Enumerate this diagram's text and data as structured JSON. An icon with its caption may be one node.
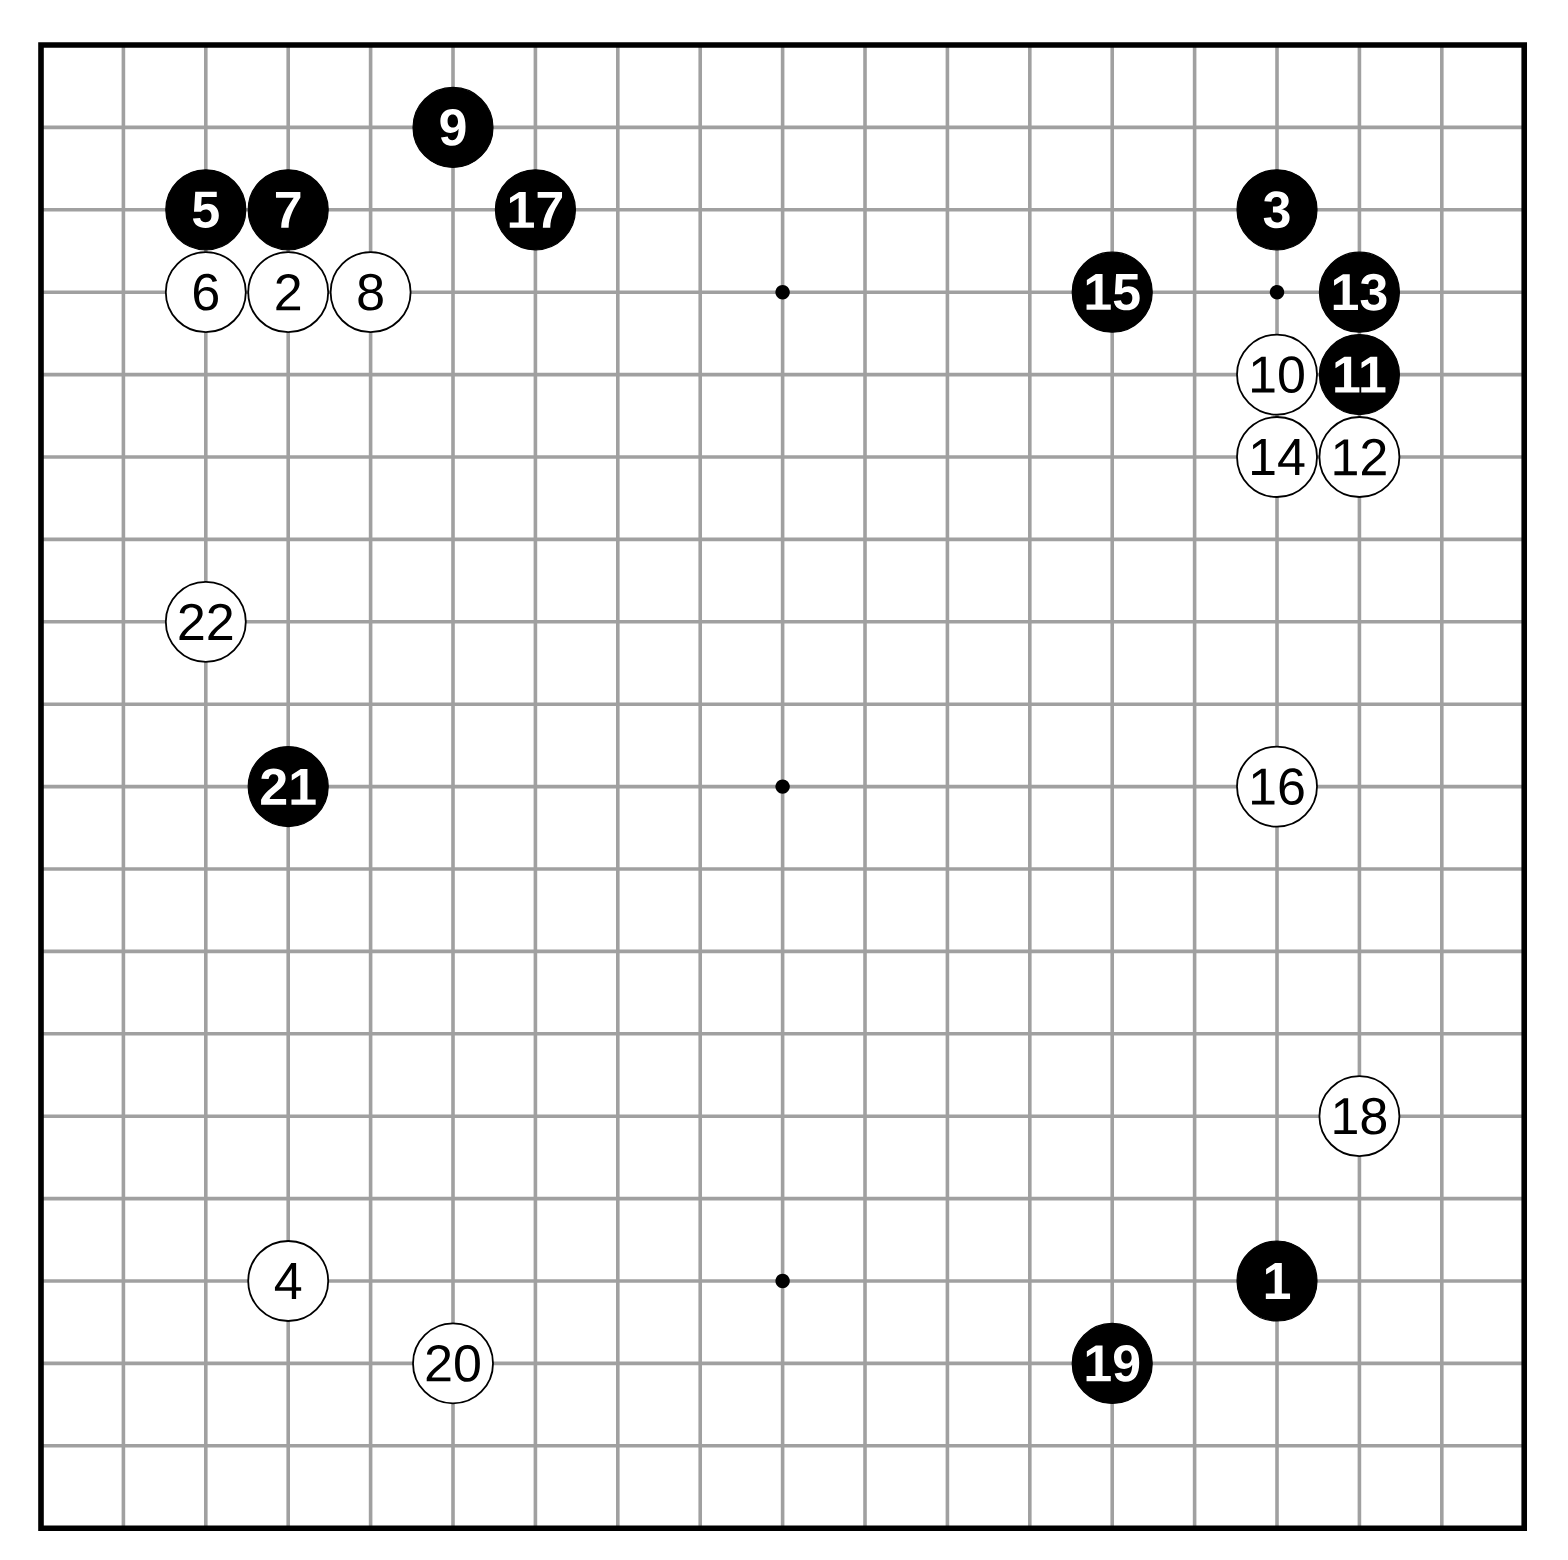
{
  "diagram": {
    "nodes": [
      {
        "text": [
          "9"
        ]
      },
      {
        "text": [
          "5"
        ]
      },
      {
        "text": [
          "7"
        ]
      },
      {
        "text": [
          "17"
        ]
      },
      {
        "text": [
          "3"
        ]
      },
      {
        "text": [
          "6"
        ]
      },
      {
        "text": [
          "2"
        ]
      },
      {
        "text": [
          "8"
        ]
      },
      {
        "text": [
          "15"
        ]
      },
      {
        "text": [
          "13"
        ]
      },
      {
        "text": [
          "10"
        ]
      },
      {
        "text": [
          "11"
        ]
      },
      {
        "text": [
          "14"
        ]
      },
      {
        "text": [
          "12"
        ]
      },
      {
        "text": [
          "22"
        ]
      },
      {
        "text": [
          "21"
        ]
      },
      {
        "text": [
          "16"
        ]
      },
      {
        "text": [
          "18"
        ]
      },
      {
        "text": [
          "4"
        ]
      },
      {
        "text": [
          "1"
        ]
      },
      {
        "text": [
          "20"
        ]
      },
      {
        "text": [
          "19"
        ]
      }
    ]
  }
}
